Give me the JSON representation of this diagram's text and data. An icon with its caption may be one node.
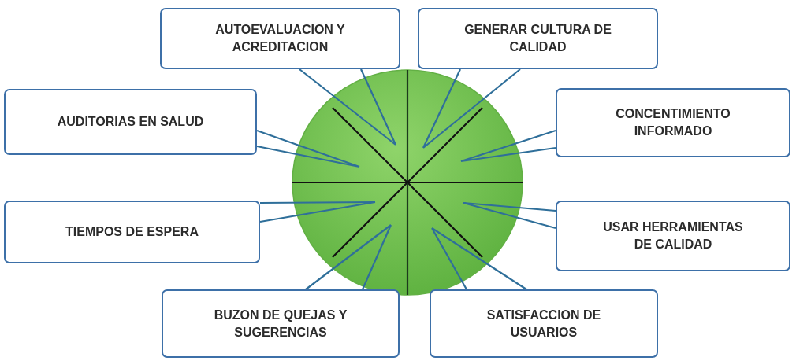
{
  "diagram": {
    "nodes": [
      {
        "text": [],
        "shape": "circle"
      },
      {
        "text": [
          "AUTOEVALUACION Y ACREDITACION"
        ]
      },
      {
        "text": [
          "GENERAR CULTURA DE CALIDAD"
        ]
      },
      {
        "text": [
          "AUDITORIAS EN SALUD"
        ]
      },
      {
        "text": [
          "CONCENTIMIENTO INFORMADO"
        ]
      },
      {
        "text": [
          "TIEMPOS DE ESPERA"
        ]
      },
      {
        "text": [
          "USAR HERRAMIENTAS DE CALIDAD"
        ]
      },
      {
        "text": [
          "BUZON DE QUEJAS Y SUGERENCIAS"
        ]
      },
      {
        "text": [
          "SATISFACCION DE USUARIOS"
        ]
      }
    ],
    "edges": [
      {
        "from": 1,
        "to": 0,
        "arrow": "none"
      },
      {
        "from": 2,
        "to": 0,
        "arrow": "none"
      },
      {
        "from": 3,
        "to": 0,
        "arrow": "none"
      },
      {
        "from": 4,
        "to": 0,
        "arrow": "none"
      },
      {
        "from": 5,
        "to": 0,
        "arrow": "none"
      },
      {
        "from": 6,
        "to": 0,
        "arrow": "none"
      },
      {
        "from": 7,
        "to": 0,
        "arrow": "none"
      },
      {
        "from": 8,
        "to": 0,
        "arrow": "none"
      }
    ]
  }
}
